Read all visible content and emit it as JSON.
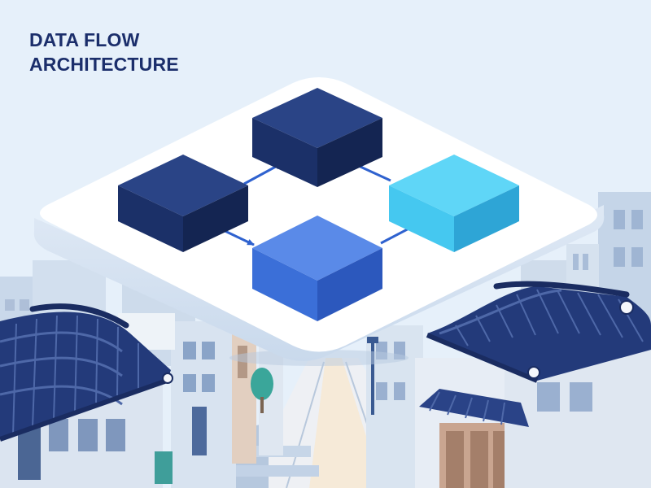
{
  "title": {
    "line1": "DATA FLOW",
    "line2": "ARCHITECTURE"
  },
  "diagram": {
    "nodes": [
      {
        "id": "node-left",
        "color": "dark-navy"
      },
      {
        "id": "node-top",
        "color": "dark-navy"
      },
      {
        "id": "node-right",
        "color": "cyan"
      },
      {
        "id": "node-bottom",
        "color": "royal-blue"
      }
    ],
    "edges": [
      {
        "from": "node-left",
        "to": "node-top"
      },
      {
        "from": "node-left",
        "to": "node-bottom"
      },
      {
        "from": "node-bottom",
        "to": "node-right"
      },
      {
        "from": "node-top",
        "to": "node-right"
      }
    ]
  },
  "colors": {
    "sky": "#e6f0fa",
    "navy": "#1b2e6b",
    "royal": "#3b6fd8",
    "cyan": "#45c8f0",
    "platform": "#ffffff",
    "roof": "#233a7a"
  }
}
